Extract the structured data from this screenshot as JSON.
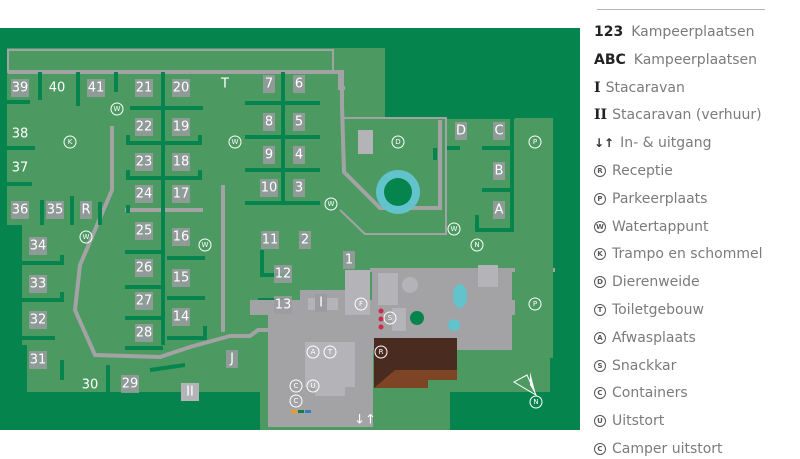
{
  "colors": {
    "dark_green": "#05854d",
    "field_green": "#4c9a62",
    "path_grey": "#a3a3a6",
    "building_grey": "#b4b4b8",
    "water": "#62c3cd",
    "roof_dark": "#4a2b20",
    "roof_light": "#7d4526",
    "red_dot": "#d0284a",
    "legend_text": "#7b7b7b"
  },
  "map": {
    "pitch_labels": {
      "p39": "39",
      "p40": "40",
      "p41": "41",
      "p21": "21",
      "p20": "20",
      "pT": "T",
      "p7": "7",
      "p6": "6",
      "p38": "38",
      "p22": "22",
      "p19": "19",
      "p8": "8",
      "p5": "5",
      "p37": "37",
      "p23": "23",
      "p18": "18",
      "p9": "9",
      "p4": "4",
      "p36": "36",
      "p35": "35",
      "pR": "R",
      "p24": "24",
      "p17": "17",
      "p10": "10",
      "p3": "3",
      "p34": "34",
      "p25": "25",
      "p16": "16",
      "p11": "11",
      "p2": "2",
      "p1": "1",
      "p33": "33",
      "p26": "26",
      "p15": "15",
      "p12": "12",
      "p32": "32",
      "p27": "27",
      "p14": "14",
      "p13": "13",
      "p31": "31",
      "p28": "28",
      "pJ": "J",
      "p30": "30",
      "p29": "29",
      "pD": "D",
      "pC": "C",
      "pB": "B",
      "pA": "A",
      "stacaravan": "I",
      "stacaravan_rent": "II"
    },
    "symbol_letters": {
      "water": "W",
      "trampo": "K",
      "animals": "D",
      "parking": "P",
      "north_badge": "N",
      "f": "F",
      "snack": "S",
      "reception": "R",
      "dishes": "A",
      "toilets": "T",
      "containers": "C",
      "dump": "U",
      "exit_arrows": "↓↑"
    }
  },
  "legend": {
    "items": [
      {
        "key": "123",
        "label": "Kampeerplaatsen"
      },
      {
        "key": "ABC",
        "label": "Kampeerplaatsen"
      },
      {
        "key": "I",
        "label": "Stacaravan"
      },
      {
        "key": "II",
        "label": "Stacaravan (verhuur)"
      },
      {
        "key": "↓↑",
        "label": "In- & uitgang"
      },
      {
        "key": "R",
        "label": "Receptie"
      },
      {
        "key": "P",
        "label": "Parkeerplaats"
      },
      {
        "key": "W",
        "label": "Watertappunt"
      },
      {
        "key": "K",
        "label": "Trampo en schommel"
      },
      {
        "key": "D",
        "label": "Dierenweide"
      },
      {
        "key": "T",
        "label": "Toiletgebouw"
      },
      {
        "key": "A",
        "label": "Afwasplaats"
      },
      {
        "key": "S",
        "label": "Snackkar"
      },
      {
        "key": "C",
        "label": "Containers"
      },
      {
        "key": "U",
        "label": "Uitstort"
      },
      {
        "key": "C",
        "label": "Camper uitstort"
      }
    ]
  }
}
